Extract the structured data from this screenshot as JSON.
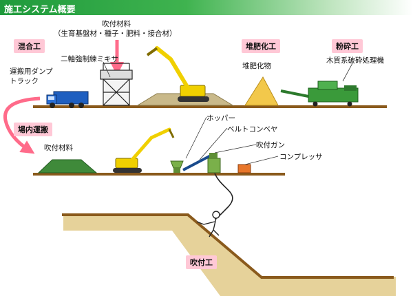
{
  "title": "施工システム概要",
  "sections": {
    "mixing": "混合工",
    "compost": "堆肥化工",
    "crush": "粉砕工",
    "transport": "場内運搬",
    "spray": "吹付工"
  },
  "labels": {
    "material_title": "吹付材料",
    "material_detail": "（生育基盤材・種子・肥料・接合材）",
    "mixer": "二軸強制練ミキサ",
    "dump_truck_line1": "運搬用ダンプ",
    "dump_truck_line2": "トラック",
    "compost_pile": "堆肥化物",
    "wood_crusher": "木質系破砕処理機",
    "spray_material_pile": "吹付材料",
    "hopper": "ホッパー",
    "belt_conveyor": "ベルトコンベヤ",
    "spray_gun": "吹付ガン",
    "compressor": "コンプレッサ"
  },
  "colors": {
    "ground": "#8a5a1c",
    "slope_fill": "#e6d29a",
    "green_pile": "#3f8a3a",
    "yellow_pile": "#f2c84b",
    "excavator": "#f0d000",
    "truck": "#1f5fc0",
    "arrow": "#ff6b8a",
    "label_bg": "#ffc8d6"
  }
}
